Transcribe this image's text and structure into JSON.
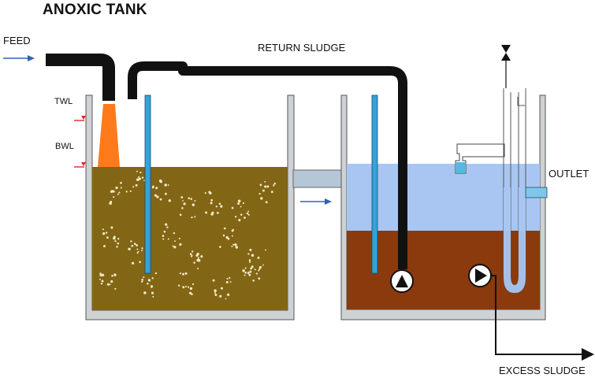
{
  "title": "ANOXIC TANK",
  "labels": {
    "feed": "FEED",
    "twl": "TWL",
    "bwl": "BWL",
    "return_sludge": "RETURN SLUDGE",
    "outlet": "OUTLET",
    "excess_sludge": "EXCESS SLUDGE"
  },
  "colors": {
    "anoxic_liquid": "#836615",
    "clarifier_water": "#a9c6f2",
    "settled_sludge": "#8b3a0d",
    "tank_wall": "#cfd2d4",
    "return_pipe": "#111111",
    "feed_arrow": "#2f63b2",
    "spray": "#ff7a1a",
    "level_mark": "#e1262a",
    "blue_pipe": "#35a2d8"
  },
  "icons": [
    "feed-arrow-icon",
    "flow-arrow-icon",
    "pump-icon",
    "valve-icon",
    "excess-sludge-arrow-icon"
  ]
}
